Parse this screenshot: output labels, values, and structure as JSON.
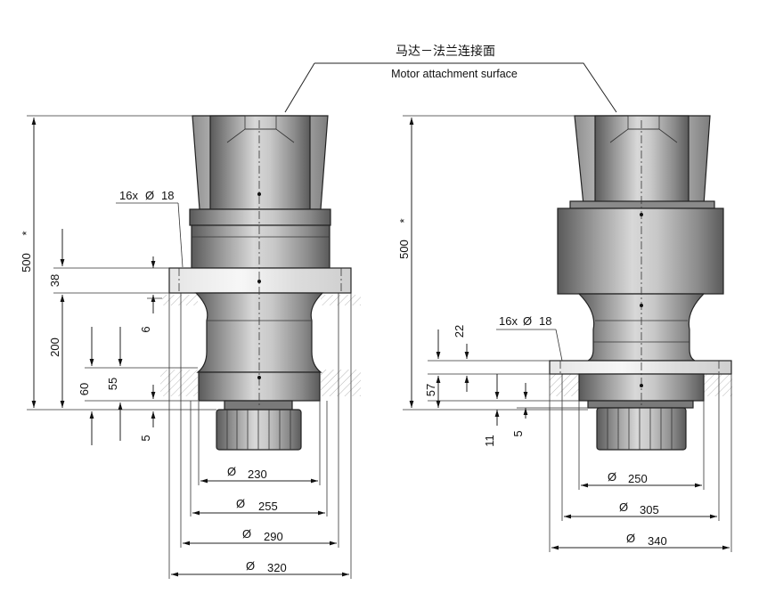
{
  "header": {
    "label_cn": "马达－法兰连接面",
    "label_en": "Motor attachment surface"
  },
  "left_view": {
    "total_height": "500",
    "total_height_mark": "*",
    "bolt_holes": "16x",
    "bolt_hole_dia": "18",
    "dims_vertical": [
      "38",
      "6",
      "200",
      "60",
      "55",
      "5"
    ],
    "dims_diameter": [
      "230",
      "255",
      "290",
      "320"
    ]
  },
  "right_view": {
    "total_height": "500",
    "total_height_mark": "*",
    "bolt_holes": "16x",
    "bolt_hole_dia": "18",
    "dims_vertical": [
      "22",
      "57",
      "11",
      "5"
    ],
    "dims_diameter": [
      "250",
      "305",
      "340"
    ]
  },
  "symbols": {
    "diameter": "Ø"
  },
  "colors": {
    "body_light": "#d4d4d4",
    "body_mid": "#9a9a9a",
    "body_dark": "#5a5a5a",
    "line": "#222222"
  }
}
